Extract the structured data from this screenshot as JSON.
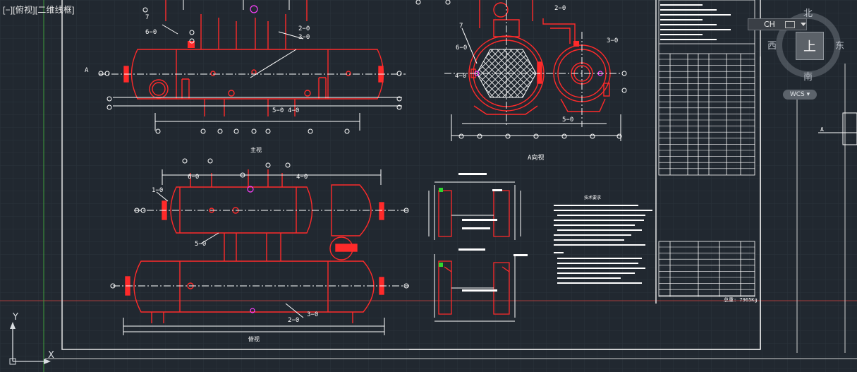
{
  "viewport": {
    "label": "[−][俯视][二维线框]"
  },
  "viewcube": {
    "north": "北",
    "south": "南",
    "east": "东",
    "west": "西",
    "top_face": "上",
    "wcs_label": "WCS"
  },
  "ime": {
    "mode": "CH"
  },
  "ucs": {
    "x_label": "X",
    "y_label": "Y"
  },
  "drawing": {
    "main_view_title": "主视",
    "section_view_title": "A向视",
    "lower_view_title": "俯视",
    "section_marker": "A",
    "tech_title": "技术要求",
    "weight_note": "总重: 7965Kg",
    "colors": {
      "background": "#212830",
      "grid": "#2a323b",
      "vessel": "#ff2a2a",
      "lines": "#ffffff",
      "accent_magenta": "#ff40ff",
      "axis_line": "#a83c3c"
    },
    "part_labels": [
      "7",
      "6–0",
      "2–0",
      "3–0",
      "5–0",
      "4–0",
      "1–0",
      "2–0",
      "3–0",
      "7",
      "6–0",
      "4–0",
      "5–0",
      "4–0",
      "5–0",
      "2–0"
    ]
  }
}
